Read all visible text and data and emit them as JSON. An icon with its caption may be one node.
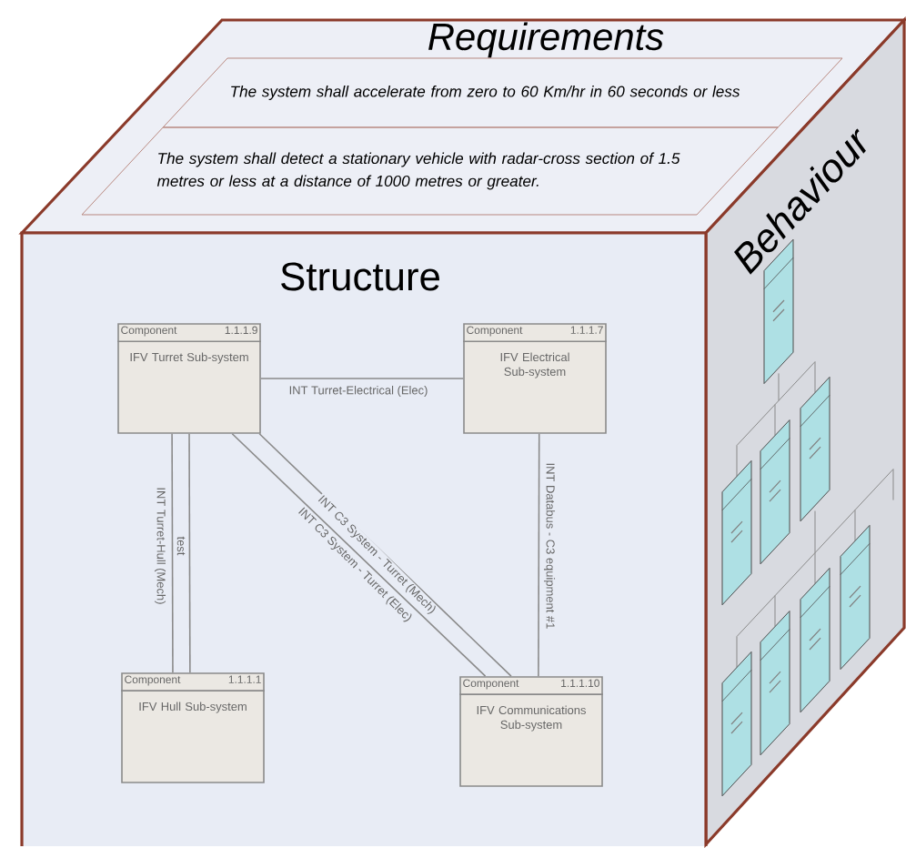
{
  "diagram": {
    "nodes": [
      {
        "text": [
          "Requirements"
        ]
      },
      {
        "text": [
          "The system shall accelerate from zero to 60 Km/hr in 60 seconds or less"
        ],
        "in": 0
      },
      {
        "text": [
          "The system shall detect a stationary vehicle with radar-cross section of 1.5 metres or less at a distance of 1000 metres or greater."
        ],
        "in": 0
      },
      {
        "text": [
          "Structure"
        ]
      },
      {
        "text": [
          "Component",
          "1.1.1.9",
          "IFV Turret Sub-system"
        ],
        "in": 3
      },
      {
        "text": [
          "Component",
          "1.1.1.7",
          "IFV Electrical Sub-system"
        ],
        "in": 3
      },
      {
        "text": [
          "Component",
          "1.1.1.1",
          "IFV Hull Sub-system"
        ],
        "in": 3
      },
      {
        "text": [
          "Component",
          "1.1.1.10",
          "IFV Communications Sub-system"
        ],
        "in": 3
      },
      {
        "text": [
          "Behaviour"
        ]
      }
    ],
    "edges": [
      {
        "from": 4,
        "to": 5,
        "arrow": "none",
        "label": "INT Turret-Electrical (Elec)"
      },
      {
        "from": 4,
        "to": 6,
        "arrow": "none",
        "label": "INT Turret-Hull (Mech)"
      },
      {
        "from": 4,
        "to": 6,
        "arrow": "none",
        "label": "test"
      },
      {
        "from": 4,
        "to": 7,
        "arrow": "none",
        "label": "INT C3 System - Turret (Mech)"
      },
      {
        "from": 4,
        "to": 7,
        "arrow": "none",
        "label": "INT C3 System - Turret (Elec)"
      },
      {
        "from": 5,
        "to": 7,
        "arrow": "none",
        "label": "INT Databus - C3 equipment #1"
      }
    ]
  }
}
